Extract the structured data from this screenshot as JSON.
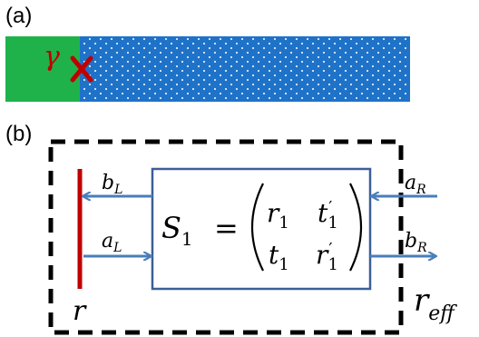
{
  "panel_a": {
    "label": "(a)",
    "gamma_symbol": "γ",
    "marker_symbol": "×",
    "colors": {
      "left_region": "#1fb24b",
      "right_region": "#1e72c8",
      "dots": "#ffffff",
      "gamma": "#c00000",
      "marker": "#c00000"
    }
  },
  "panel_b": {
    "label": "(b)",
    "left_mirror_symbol": "r",
    "effective_reflection": {
      "base": "r",
      "sub": "eff"
    },
    "scatter_matrix": {
      "lhs_base": "S",
      "lhs_sub": "1",
      "equals": "=",
      "r1": {
        "base": "r",
        "sub": "1"
      },
      "t1p": {
        "base": "t",
        "prime": "′",
        "sub": "1"
      },
      "t1": {
        "base": "t",
        "sub": "1"
      },
      "r1p": {
        "base": "r",
        "prime": "′",
        "sub": "1"
      }
    },
    "arrows": {
      "bL": {
        "base": "b",
        "sub": "L"
      },
      "aL": {
        "base": "a",
        "sub": "L"
      },
      "aR": {
        "base": "a",
        "sub": "R"
      },
      "bR": {
        "base": "b",
        "sub": "R"
      }
    },
    "colors": {
      "mirror": "#c00000",
      "arrow": "#4a7ebb",
      "box": "#3c5f96",
      "dashed_border": "#000000"
    }
  }
}
